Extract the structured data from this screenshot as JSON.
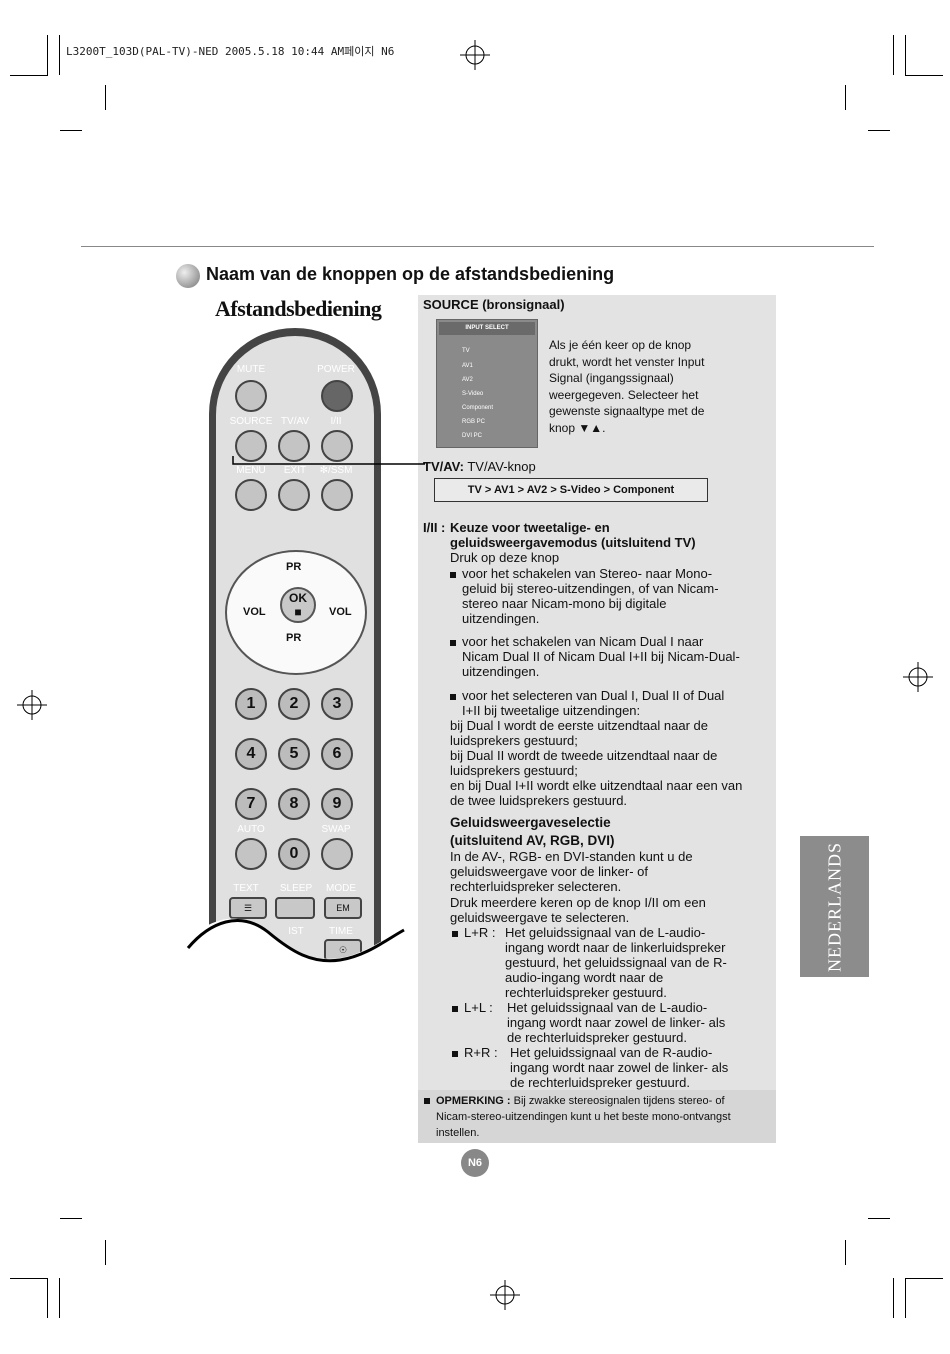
{
  "print_header": "L3200T_103D(PAL-TV)-NED 2005.5.18 10:44 AM페이지 N6",
  "section_title": "Naam van de knoppen op de afstandsbediening",
  "remote_heading": "Afstandsbediening",
  "remote": {
    "buttons_row1": [
      "MUTE",
      "POWER"
    ],
    "buttons_row2": [
      "SOURCE",
      "TV/AV",
      "I/II"
    ],
    "buttons_row3": [
      "MENU",
      "EXIT",
      "✻/SSM"
    ],
    "dpad": {
      "up": "PR",
      "down": "PR",
      "left": "VOL",
      "right": "VOL",
      "center": "OK",
      "center_symbol": "■"
    },
    "numbers": [
      "1",
      "2",
      "3",
      "4",
      "5",
      "6",
      "7",
      "8",
      "9",
      "0"
    ],
    "auto_label": "AUTO",
    "swap_label": "SWAP",
    "bottom_labels": [
      "TEXT",
      "SLEEP",
      "MODE"
    ],
    "partial_labels": [
      "IST",
      "TIME"
    ]
  },
  "source": {
    "heading": "SOURCE (bronsignaal)",
    "osd_title": "INPUT SELECT",
    "osd_items": [
      "TV",
      "AV1",
      "AV2",
      "S-Video",
      "Component",
      "RGB PC",
      "DVI PC"
    ],
    "desc": [
      "Als je één keer op de knop",
      "drukt, wordt het venster Input",
      "Signal (ingangssignaal)",
      "weergegeven. Selecteer het",
      "gewenste signaaltype met de",
      "knop ▼▲."
    ]
  },
  "tvav": {
    "label": "TV/AV:",
    "text": "TV/AV-knop",
    "sequence": "TV  >  AV1  >  AV2  >  S-Video  >  Component"
  },
  "i_ii": {
    "label": "I/II :",
    "title1": "Keuze voor tweetalige- en",
    "title2": "geluidsweergavemodus (uitsluitend TV)",
    "intro": "Druk op deze knop",
    "b1": [
      "voor het schakelen van Stereo- naar Mono-",
      "geluid bij stereo-uitzendingen, of van Nicam-",
      "stereo naar Nicam-mono bij digitale",
      "uitzendingen."
    ],
    "b2": [
      "voor het schakelen van Nicam Dual I naar",
      "Nicam Dual II of Nicam Dual I+II bij Nicam-Dual-",
      "uitzendingen."
    ],
    "b3": [
      "voor het selecteren van Dual I, Dual II of Dual",
      "I+II bij tweetalige uitzendingen:"
    ],
    "b3_body": [
      "bij Dual I wordt de eerste uitzendtaal naar de",
      "luidsprekers gestuurd;",
      "bij Dual II wordt de tweede uitzendtaal naar de",
      "luidsprekers gestuurd;",
      "en bij Dual I+II wordt elke uitzendtaal naar een van",
      "de twee luidsprekers gestuurd."
    ]
  },
  "sound": {
    "title1": "Geluidsweergaveselectie",
    "title2": "(uitsluitend AV, RGB, DVI)",
    "p1": [
      "In de AV-, RGB- en DVI-standen kunt u de",
      "geluidsweergave voor de linker- of",
      "rechterluidspreker selecteren."
    ],
    "p2": [
      "Druk meerdere keren op de knop I/II om een",
      "geluidsweergave te selecteren."
    ],
    "lr_label": "L+R :",
    "lr": [
      "Het geluidssignaal van de L-audio-",
      "ingang wordt naar de linkerluidspreker",
      "gestuurd, het geluidssignaal van de R-",
      "audio-ingang wordt naar de",
      "rechterluidspreker gestuurd."
    ],
    "ll_label": "L+L :",
    "ll": [
      "Het geluidssignaal van de L-audio-",
      "ingang wordt naar zowel de linker- als",
      "de rechterluidspreker gestuurd."
    ],
    "rr_label": "R+R :",
    "rr": [
      "Het geluidssignaal van de R-audio-",
      "ingang wordt naar zowel de linker- als",
      "de rechterluidspreker gestuurd."
    ]
  },
  "note": {
    "label": "OPMERKING :",
    "lines": [
      "Bij zwakke stereosignalen tijdens stereo- of",
      "Nicam-stereo-uitzendingen kunt u het beste mono-ontvangst",
      "instellen."
    ]
  },
  "side_tab": "NEDERLANDS",
  "page_number": "N6"
}
